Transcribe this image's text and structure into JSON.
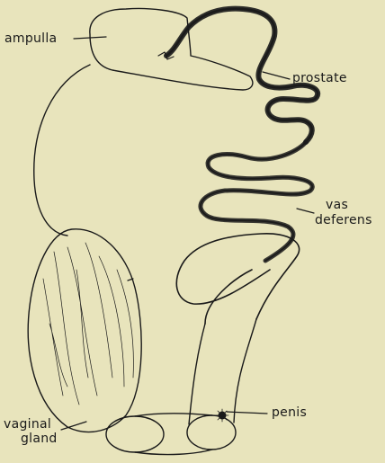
{
  "diagram": {
    "labels": {
      "ampulla": "ampulla",
      "prostate": "prostate",
      "vas_deferens_line1": "vas",
      "vas_deferens_line2": "deferens",
      "penis": "penis",
      "vaginal_gland_line1": "vaginal",
      "vaginal_gland_line2": "gland"
    }
  },
  "colors": {
    "background": "#e8e4bc",
    "ink": "#1a1a1a"
  }
}
